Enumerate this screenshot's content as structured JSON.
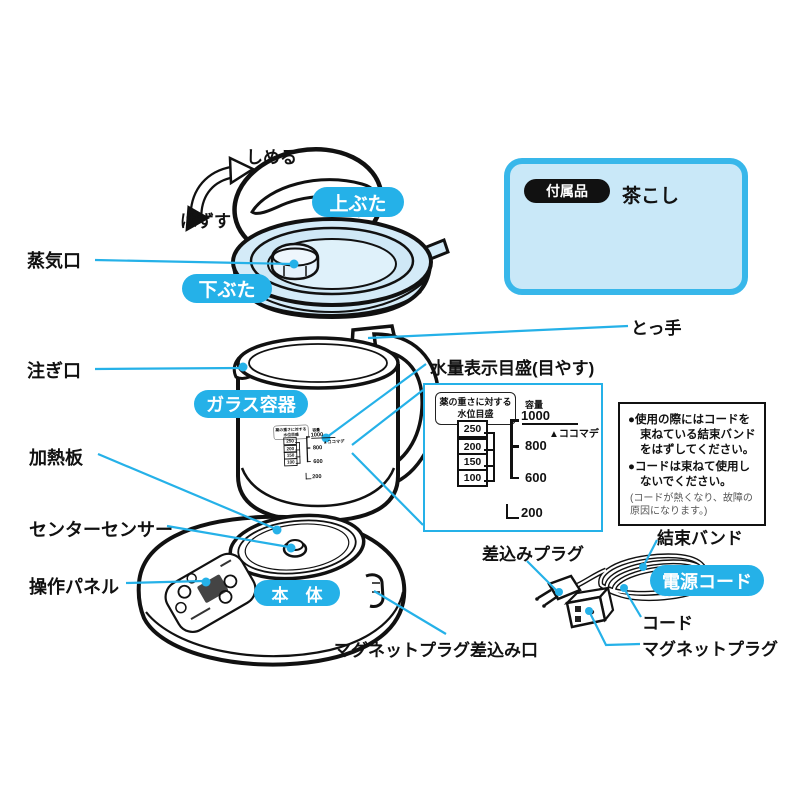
{
  "colors": {
    "accent": "#25b1e8",
    "lid_fill": "#d4ebf8",
    "accessory_fill": "#c9e8f8",
    "accessory_border": "#38b7ea",
    "outline": "#111111"
  },
  "diagram": {
    "close_label": "しめる",
    "remove_label": "はずす",
    "upper_lid": "上ぶた",
    "lower_lid": "下ぶた",
    "steam_vent": "蒸気口",
    "spout": "注ぎ口",
    "glass_container": "ガラス容器",
    "heating_plate": "加熱板",
    "center_sensor": "センターセンサー",
    "control_panel": "操作パネル",
    "main_body": "本　体",
    "magnet_plug_socket": "マグネットプラグ差込み口",
    "handle": "とっ手",
    "water_scale_label": "水量表示目盛(目やす)"
  },
  "accessory": {
    "badge": "付属品",
    "item": "茶こし"
  },
  "scale": {
    "caption1": "薬の重さに対する",
    "caption2": "水位目盛",
    "capacity_label": "容量",
    "weights": [
      "250",
      "200",
      "150",
      "100"
    ],
    "cap_top": "1000",
    "koko_made": "▲ココマデ",
    "cap_mid": "800",
    "cap_low": "600",
    "cap_min": "200"
  },
  "notice": {
    "bullet1": "●使用の際にはコードを束ねている結束バンドをはずしてください。",
    "bullet2": "●コードは束ねて使用しないでください。",
    "note": "(コードが熱くなり、故障の原因になります。)"
  },
  "cord": {
    "ac_plug": "差込みプラグ",
    "band": "結束バンド",
    "power_cord": "電源コード",
    "cord": "コード",
    "magnet_plug": "マグネットプラグ"
  }
}
